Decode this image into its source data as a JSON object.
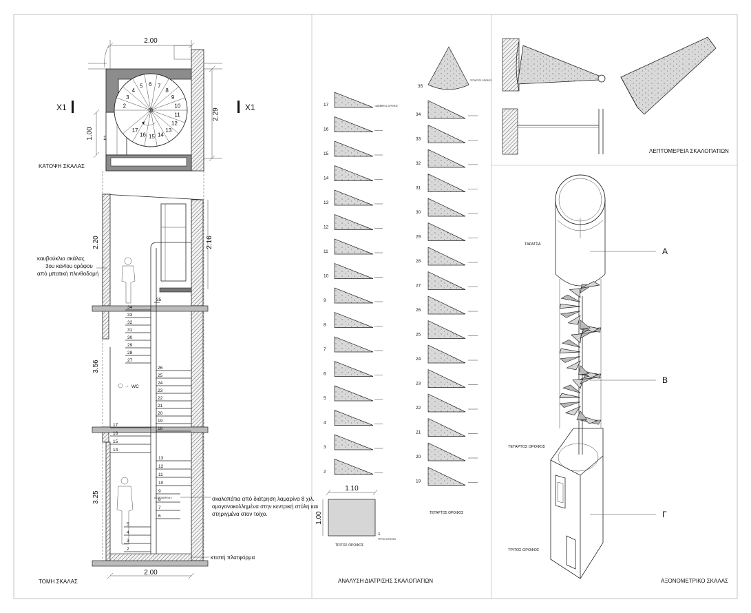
{
  "labels": {
    "plan_title": "ΚΑΤΟΨΗ ΣΚΑΛΑΣ",
    "section_title": "ΤΟΜΗ ΣΚΑΛΑΣ",
    "steps_title": "ΑΝΑΛΥΣΗ ΔΙΑΤΡΙΣΗΣ ΣΚΑΛΟΠΑΤΙΩΝ",
    "details_title": "ΛΕΠΤΟΜΕΡΕΙΑ ΣΚΑΛΟΠΑΤΙΩΝ",
    "axo_title": "ΑΞΟΝΟΜΕΤΡΙΚΟ ΣΚΑΛΑΣ",
    "x1_left": "X1",
    "x1_right": "X1",
    "cupola_note_1": "καυβούκλιο σκάλας",
    "cupola_note_2": "3ου και4ου ορόφου",
    "cupola_note_3": "από μπατική πλινθοδομή",
    "steps_note_1": "σκαλοπάτια από διάτρηση λαμαρίνα 8 χιλ.",
    "steps_note_2": "ομογονοκολλημένα στην κεντρική στύλη και",
    "steps_note_3": "στηριγμένα στον τοίχο.",
    "platform_note": "κτιστή πλατφόρμα",
    "wc": "WC",
    "detail_ref": "ΛΕΠΤΟΜΕΡΕΙΑ 9",
    "third_floor": "ΤΡΙΤΟΣ ΟΡΟΦΟΣ",
    "fourth_floor": "ΤΕΤΑΡΤΟΣ ΟΡΟΦΟΣ",
    "terrace": "ΤΑΡΑΤΣΑ",
    "axo_third": "ΤΡΙΤΟΣ ΟΡΟΦΟΣ",
    "axo_fourth": "ΤΕΤΑΡΤΟΣ ΟΡΟΦΟΣ",
    "mark_a": "Α",
    "mark_b": "Β",
    "mark_g": "Γ",
    "step17_ref": "ΣΤ ΤΡΙΤΟΣ ΟΡΟΦΟΣ"
  },
  "dimensions": {
    "plan_width": "2.00",
    "plan_depth": "2.29",
    "plan_landing": "1.00",
    "plan_landing_num": "1",
    "section_top": "2.20",
    "section_top_right": "2.16",
    "section_mid": "3.56",
    "section_low": "3.25",
    "section_width": "2.00",
    "step1_width": "1.10",
    "step1_depth": "1.00",
    "step1_num": "1"
  },
  "plan_steps": [
    "1",
    "2",
    "3",
    "4",
    "5",
    "6",
    "7",
    "8",
    "9",
    "10",
    "11",
    "12",
    "13",
    "14",
    "15",
    "16",
    "17"
  ],
  "section_steps_low": [
    "2",
    "3",
    "4",
    "5",
    "6",
    "7",
    "8",
    "9",
    "10",
    "11",
    "12",
    "13",
    "14",
    "15",
    "16",
    "17"
  ],
  "section_steps_mid": [
    "18",
    "19",
    "20",
    "21",
    "22",
    "23",
    "24",
    "25",
    "26",
    "27",
    "28",
    "29",
    "30",
    "31",
    "32",
    "33",
    "34",
    "35"
  ],
  "step_column_left": [
    "17",
    "16",
    "15",
    "14",
    "13",
    "12",
    "11",
    "10",
    "9",
    "8",
    "7",
    "6",
    "5",
    "4",
    "3",
    "2"
  ],
  "step_column_right": [
    "35",
    "34",
    "33",
    "32",
    "31",
    "30",
    "29",
    "28",
    "27",
    "26",
    "25",
    "24",
    "23",
    "22",
    "21",
    "20",
    "19"
  ]
}
